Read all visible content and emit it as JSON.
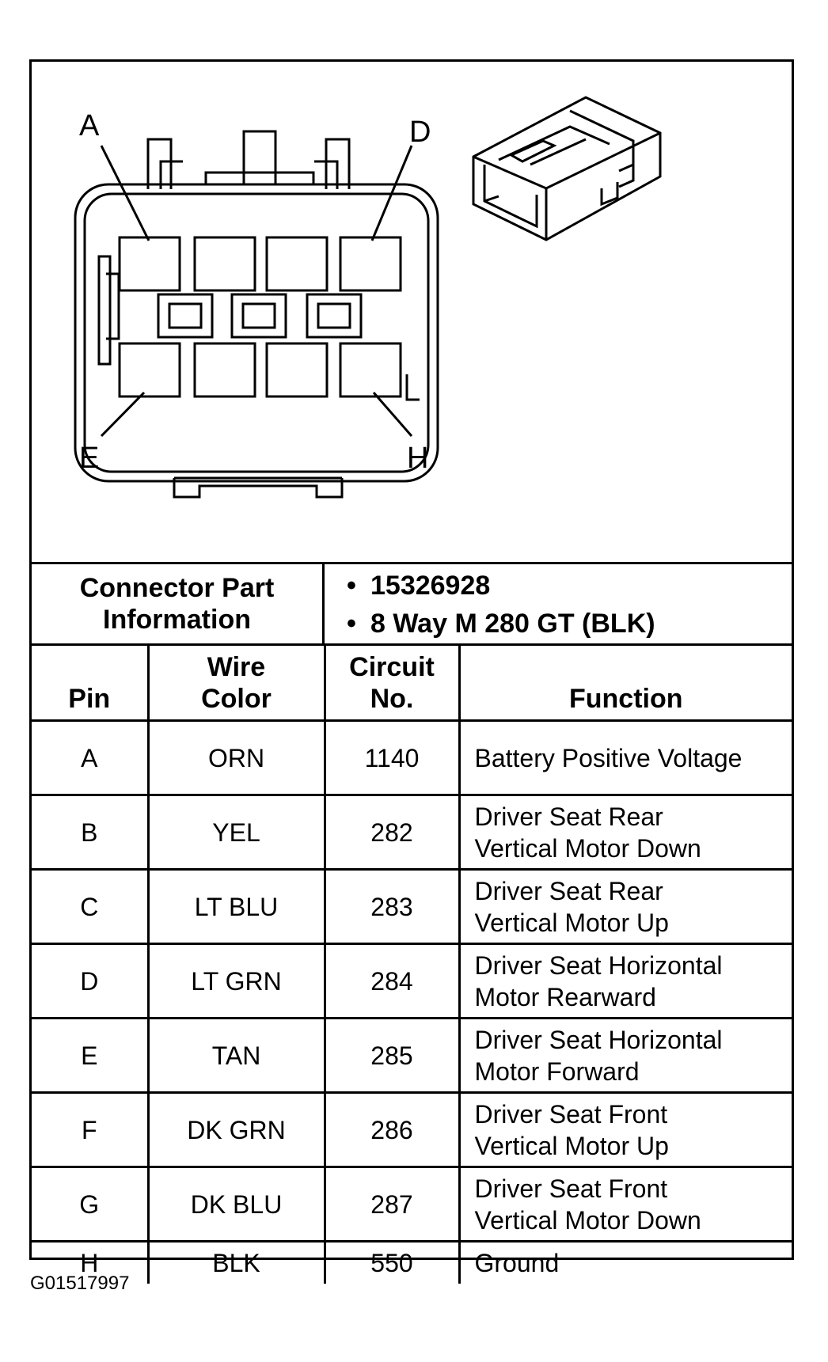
{
  "diagram": {
    "pin_labels": [
      "A",
      "D",
      "E",
      "H"
    ]
  },
  "connector_info": {
    "label": "Connector Part Information",
    "items": [
      "15326928",
      "8 Way M 280 GT (BLK)"
    ]
  },
  "table": {
    "headers": {
      "pin": "Pin",
      "wire_color": "Wire Color",
      "circuit_no": "Circuit No.",
      "function": "Function"
    },
    "rows": [
      {
        "pin": "A",
        "wire_color": "ORN",
        "circuit_no": "1140",
        "function_line1": "Battery Positive Voltage",
        "function_line2": ""
      },
      {
        "pin": "B",
        "wire_color": "YEL",
        "circuit_no": "282",
        "function_line1": "Driver Seat Rear",
        "function_line2": "Vertical Motor Down"
      },
      {
        "pin": "C",
        "wire_color": "LT BLU",
        "circuit_no": "283",
        "function_line1": "Driver Seat Rear",
        "function_line2": "Vertical Motor Up"
      },
      {
        "pin": "D",
        "wire_color": "LT GRN",
        "circuit_no": "284",
        "function_line1": "Driver Seat Horizontal",
        "function_line2": "Motor Rearward"
      },
      {
        "pin": "E",
        "wire_color": "TAN",
        "circuit_no": "285",
        "function_line1": "Driver Seat Horizontal",
        "function_line2": "Motor Forward"
      },
      {
        "pin": "F",
        "wire_color": "DK GRN",
        "circuit_no": "286",
        "function_line1": "Driver Seat Front",
        "function_line2": "Vertical Motor Up"
      },
      {
        "pin": "G",
        "wire_color": "DK BLU",
        "circuit_no": "287",
        "function_line1": "Driver Seat Front",
        "function_line2": "Vertical Motor Down"
      },
      {
        "pin": "H",
        "wire_color": "BLK",
        "circuit_no": "550",
        "function_line1": "Ground",
        "function_line2": ""
      }
    ]
  },
  "figure_id": "G01517997"
}
